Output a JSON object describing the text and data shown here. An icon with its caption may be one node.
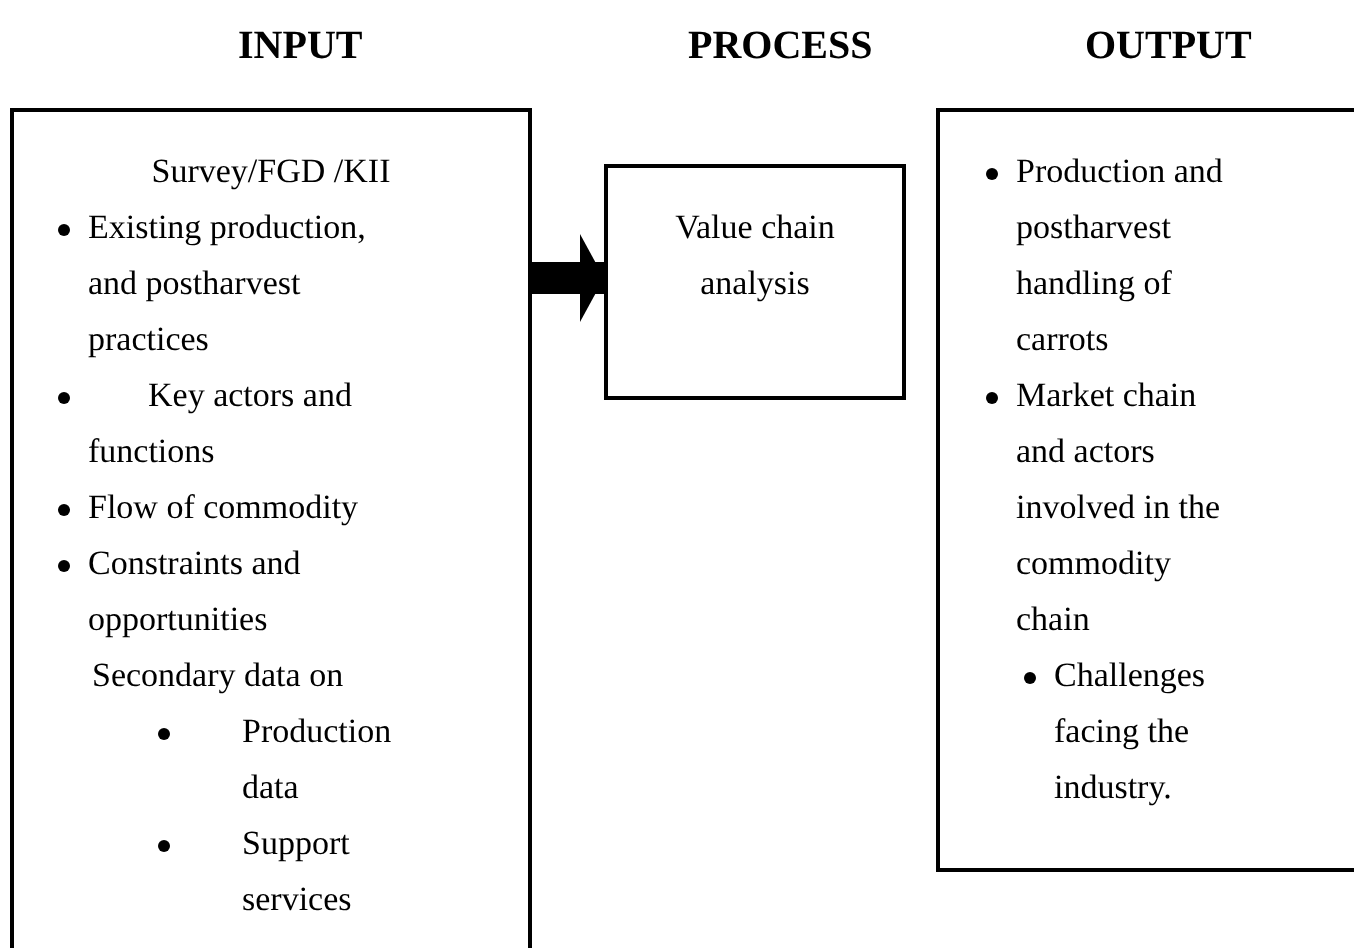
{
  "diagram": {
    "nodes": [
      {
        "text": [
          "INPUT",
          "Survey/FGD /KII",
          "Existing production, and postharvest practices",
          "Key actors and functions",
          "Flow of commodity",
          "Constraints and opportunities",
          "Secondary data on",
          "Production data",
          "Support services"
        ]
      },
      {
        "text": [
          "PROCESS",
          "Value chain analysis"
        ]
      },
      {
        "text": [
          "OUTPUT",
          "Production and postharvest handling of carrots",
          "Market chain and actors involved in the commodity chain",
          "Challenges facing the industry."
        ]
      }
    ],
    "edges": [
      {
        "from": 0,
        "to": 1,
        "arrow": "to"
      }
    ]
  }
}
